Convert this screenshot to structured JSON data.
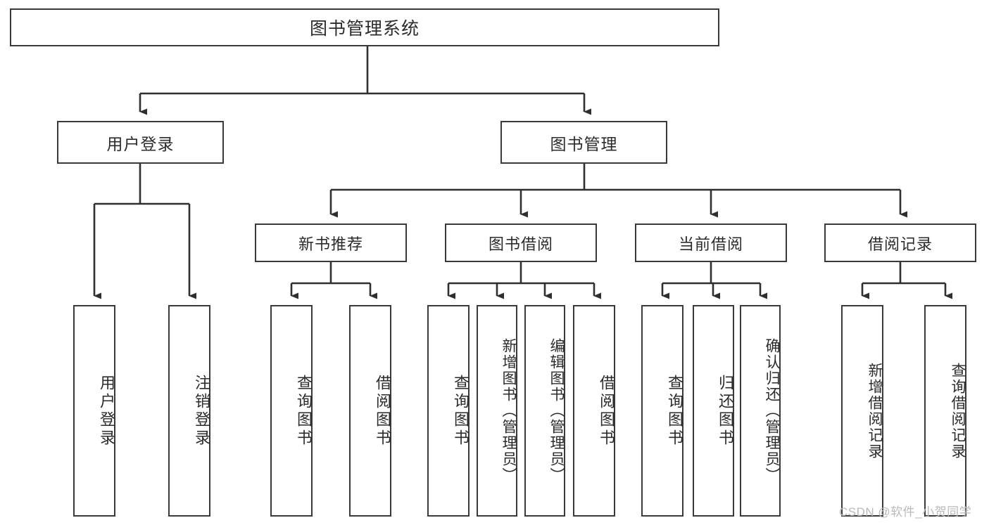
{
  "diagram": {
    "type": "hierarchy-tree",
    "title": "图书管理系统",
    "watermark": "CSDN @软件_小贺同学",
    "colors": {
      "box_border": "#3a3a3a",
      "box_fill": "#ffffff",
      "connector": "#2f2f2f",
      "text": "#2b2b2b",
      "watermark": "#b9b9b9",
      "background": "#ffffff"
    },
    "nodes": {
      "root": {
        "label": "图书管理系统"
      },
      "user_login": {
        "label": "用户登录"
      },
      "book_manage": {
        "label": "图书管理"
      },
      "new_book_rec": {
        "label": "新书推荐"
      },
      "book_borrow": {
        "label": "图书借阅"
      },
      "current_borrow": {
        "label": "当前借阅"
      },
      "borrow_record": {
        "label": "借阅记录"
      },
      "leaf_user_login": {
        "label": "用户登录"
      },
      "leaf_user_logout": {
        "label": "注销登录"
      },
      "leaf_query_book_1": {
        "label": "查询图书"
      },
      "leaf_borrow_book_1": {
        "label": "借阅图书"
      },
      "leaf_query_book_2": {
        "label": "查询图书"
      },
      "leaf_add_book": {
        "label": "新增图书（管理员）"
      },
      "leaf_edit_book": {
        "label": "编辑图书（管理员）"
      },
      "leaf_borrow_book_2": {
        "label": "借阅图书"
      },
      "leaf_query_book_3": {
        "label": "查询图书"
      },
      "leaf_return_book": {
        "label": "归还图书"
      },
      "leaf_confirm_return": {
        "label": "确认归还（管理员）"
      },
      "leaf_add_record": {
        "label": "新增借阅记录"
      },
      "leaf_query_record": {
        "label": "查询借阅记录"
      }
    },
    "edges": [
      {
        "from": "root",
        "to": "user_login"
      },
      {
        "from": "root",
        "to": "book_manage"
      },
      {
        "from": "user_login",
        "to": "leaf_user_login"
      },
      {
        "from": "user_login",
        "to": "leaf_user_logout"
      },
      {
        "from": "book_manage",
        "to": "new_book_rec"
      },
      {
        "from": "book_manage",
        "to": "book_borrow"
      },
      {
        "from": "book_manage",
        "to": "current_borrow"
      },
      {
        "from": "book_manage",
        "to": "borrow_record"
      },
      {
        "from": "new_book_rec",
        "to": "leaf_query_book_1"
      },
      {
        "from": "new_book_rec",
        "to": "leaf_borrow_book_1"
      },
      {
        "from": "book_borrow",
        "to": "leaf_query_book_2"
      },
      {
        "from": "book_borrow",
        "to": "leaf_add_book"
      },
      {
        "from": "book_borrow",
        "to": "leaf_edit_book"
      },
      {
        "from": "book_borrow",
        "to": "leaf_borrow_book_2"
      },
      {
        "from": "current_borrow",
        "to": "leaf_query_book_3"
      },
      {
        "from": "current_borrow",
        "to": "leaf_return_book"
      },
      {
        "from": "current_borrow",
        "to": "leaf_confirm_return"
      },
      {
        "from": "borrow_record",
        "to": "leaf_add_record"
      },
      {
        "from": "borrow_record",
        "to": "leaf_query_record"
      }
    ]
  }
}
